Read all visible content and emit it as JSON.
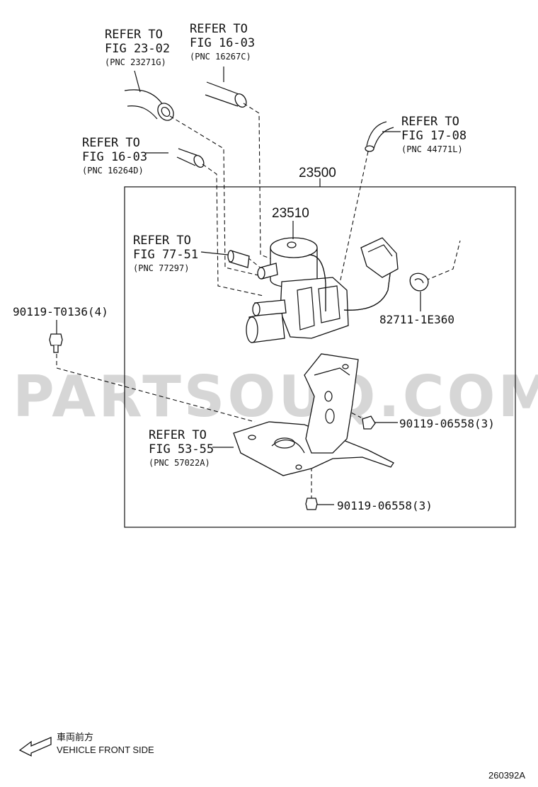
{
  "watermark": "PARTSOUQ.COM",
  "callouts": [
    {
      "id": "refer-fig-23-02",
      "line1": "REFER TO",
      "line2": "FIG 23-02",
      "pnc": "(PNC 23271G)"
    },
    {
      "id": "refer-fig-16-03-a",
      "line1": "REFER TO",
      "line2": "FIG 16-03",
      "pnc": "(PNC 16267C)"
    },
    {
      "id": "refer-fig-16-03-b",
      "line1": "REFER TO",
      "line2": "FIG 16-03",
      "pnc": "(PNC 16264D)"
    },
    {
      "id": "refer-fig-17-08",
      "line1": "REFER TO",
      "line2": "FIG 17-08",
      "pnc": "(PNC 44771L)"
    },
    {
      "id": "refer-fig-77-51",
      "line1": "REFER TO",
      "line2": "FIG 77-51",
      "pnc": "(PNC 77297)"
    },
    {
      "id": "refer-fig-53-55",
      "line1": "REFER TO",
      "line2": "FIG 53-55",
      "pnc": "(PNC 57022A)"
    }
  ],
  "parts": {
    "assembly": "23500",
    "valve": "23510",
    "bolt_left": "90119-T0136(4)",
    "clip": "82711-1E360",
    "bolt_right": "90119-06558(3)",
    "bolt_bottom": "90119-06558(3)"
  },
  "footer": {
    "direction_jp": "車両前方",
    "direction_en": "VEHICLE FRONT SIDE",
    "diagram_code": "260392A"
  }
}
